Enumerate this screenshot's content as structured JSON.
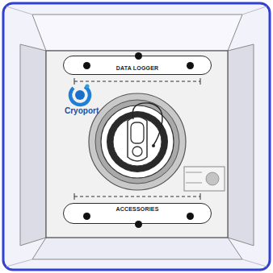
{
  "diagram": {
    "nodes": [
      {
        "text": [
          "DATA LOGGER"
        ]
      },
      {
        "text": [
          "ACCESSORIES"
        ]
      }
    ],
    "labels": [
      "Cryoport"
    ]
  }
}
